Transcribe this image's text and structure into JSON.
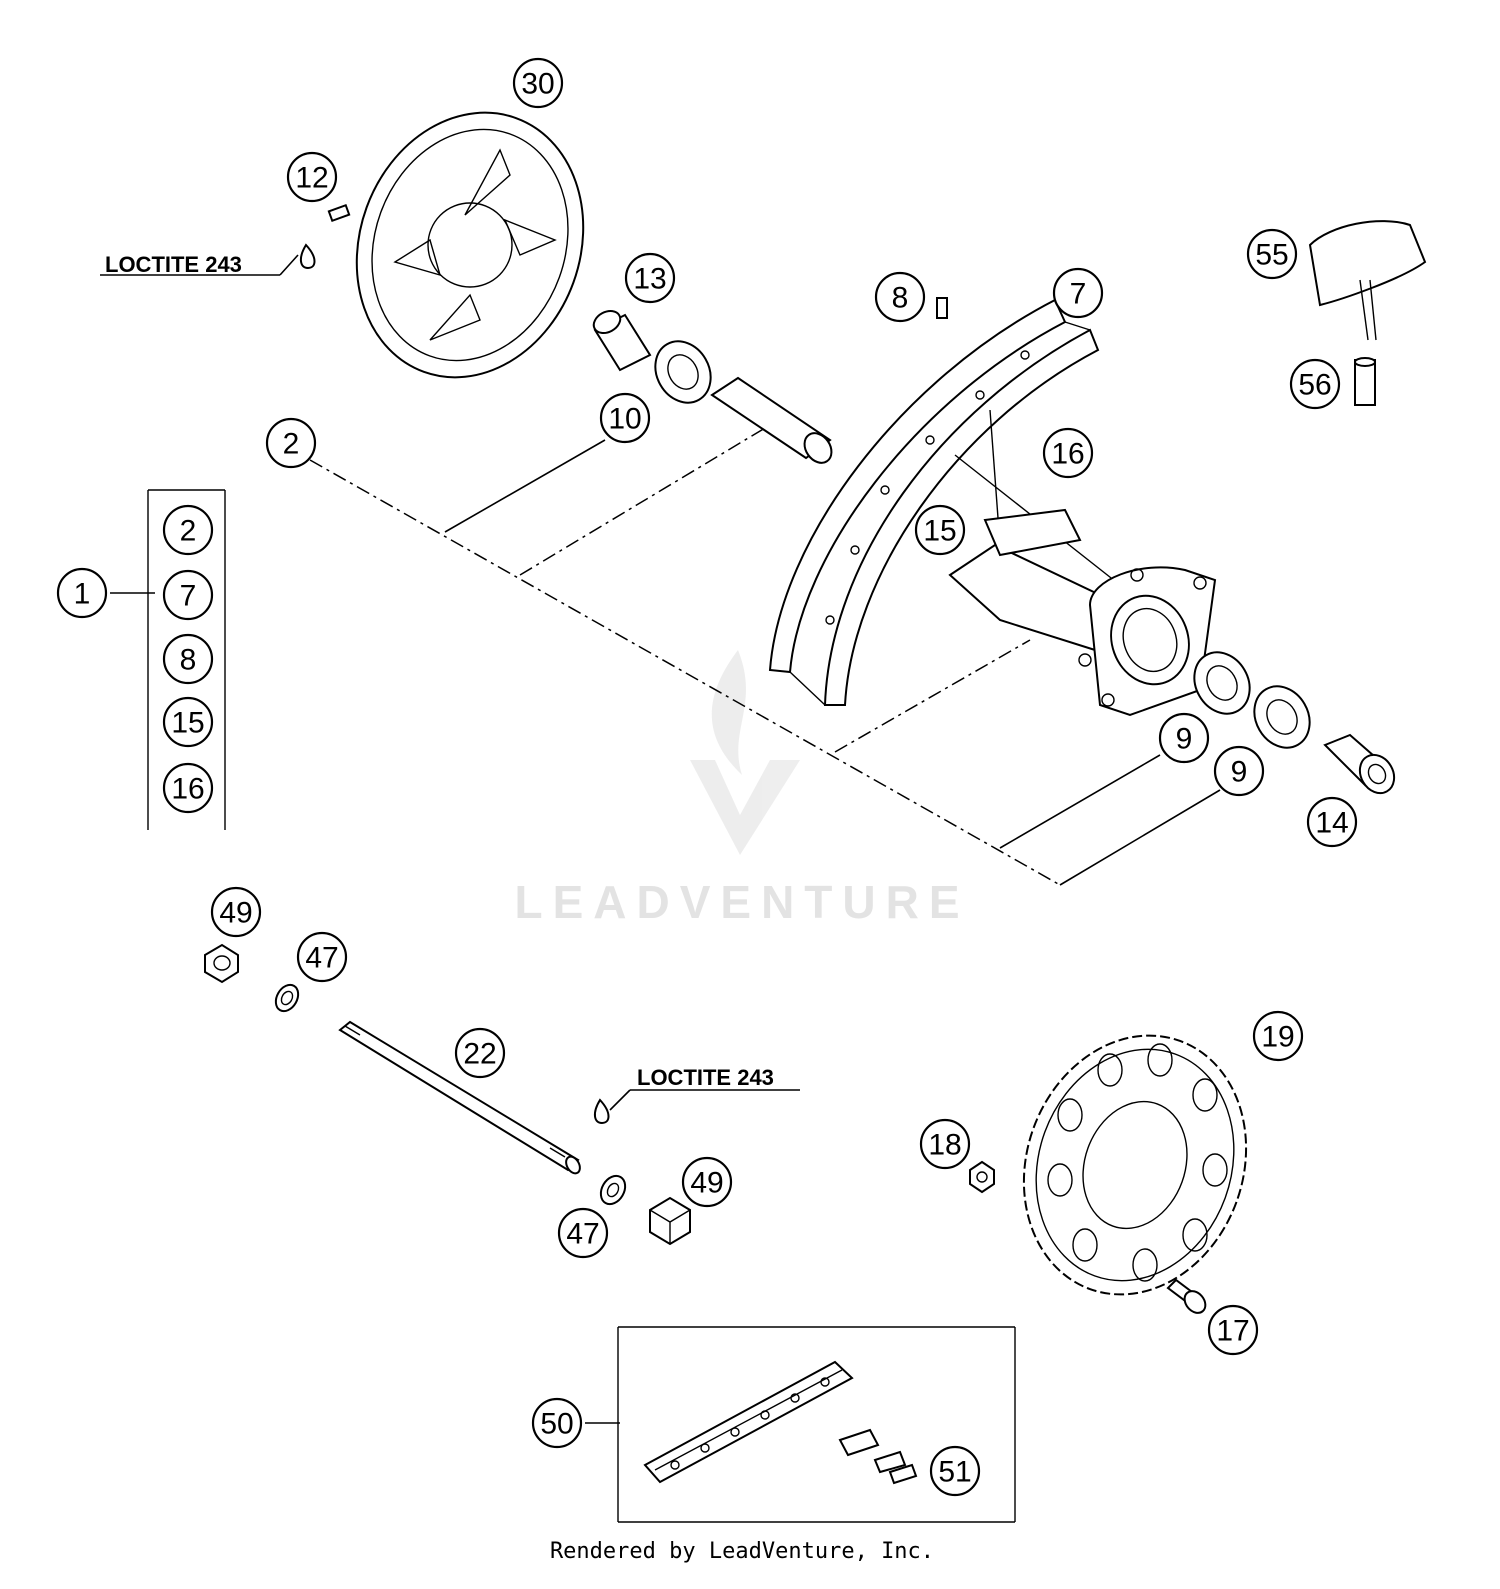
{
  "callouts": {
    "c1": "1",
    "c2": "2",
    "c2b": "2",
    "c7": "7",
    "c7b": "7",
    "c8": "8",
    "c8b": "8",
    "c9a": "9",
    "c9b": "9",
    "c10": "10",
    "c12": "12",
    "c13": "13",
    "c14": "14",
    "c15": "15",
    "c15b": "15",
    "c16": "16",
    "c16b": "16",
    "c17": "17",
    "c18": "18",
    "c19": "19",
    "c22": "22",
    "c30": "30",
    "c47a": "47",
    "c47b": "47",
    "c49a": "49",
    "c49b": "49",
    "c50": "50",
    "c51": "51",
    "c55": "55",
    "c56": "56"
  },
  "notes": {
    "loctite_top": "LOCTITE 243",
    "loctite_bottom": "LOCTITE 243"
  },
  "watermark": "LEADVENTURE",
  "footer": "Rendered by LeadVenture, Inc."
}
